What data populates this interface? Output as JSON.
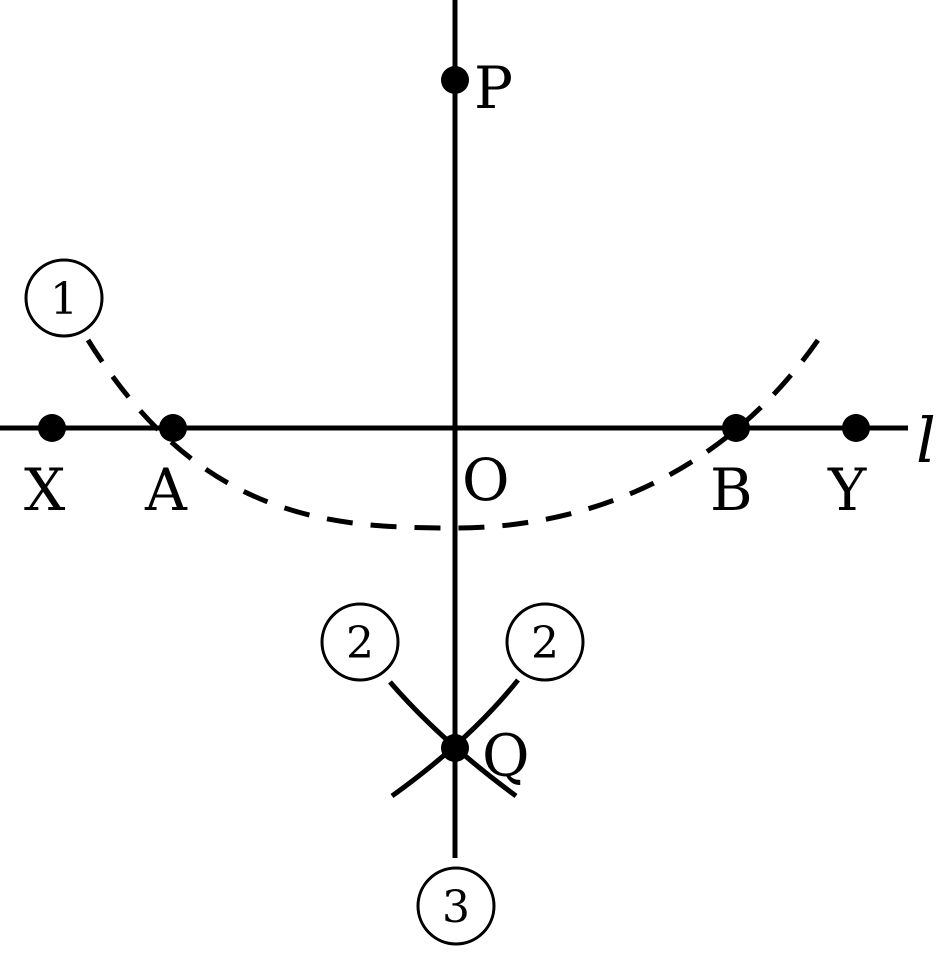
{
  "labels": {
    "P": "P",
    "O": "O",
    "X": "X",
    "A": "A",
    "B": "B",
    "Y": "Y",
    "Q": "Q",
    "l": "l"
  },
  "steps": {
    "step1": "1",
    "step2_left": "2",
    "step2_right": "2",
    "step3": "3"
  }
}
